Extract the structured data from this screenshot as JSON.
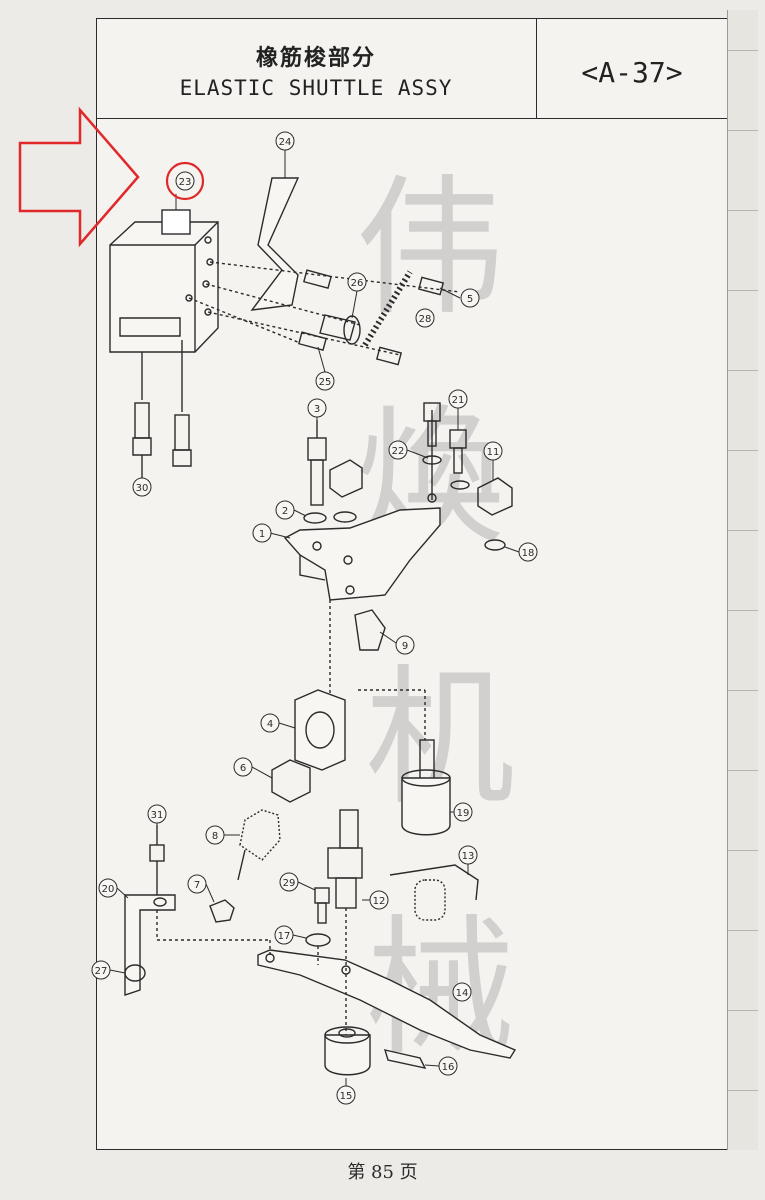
{
  "header": {
    "title_zh": "橡筋梭部分",
    "title_en": "ELASTIC SHUTTLE ASSY",
    "code": "<A-37>"
  },
  "watermark": {
    "characters": [
      "伟",
      "煥",
      "机",
      "械"
    ]
  },
  "callouts": [
    "1",
    "2",
    "3",
    "4",
    "5",
    "6",
    "7",
    "8",
    "9",
    "11",
    "12",
    "13",
    "14",
    "15",
    "16",
    "17",
    "18",
    "19",
    "20",
    "21",
    "22",
    "23",
    "24",
    "25",
    "26",
    "27",
    "28",
    "29",
    "30",
    "31"
  ],
  "highlight": {
    "callout": "23",
    "color": "#e0282a",
    "arrow_color": "#e0282a"
  },
  "footer": {
    "page_label": "第 85 页"
  },
  "colors": {
    "line": "#2b2b2b",
    "paper": "#f4f3ef",
    "watermark": "#b5b5b5"
  }
}
